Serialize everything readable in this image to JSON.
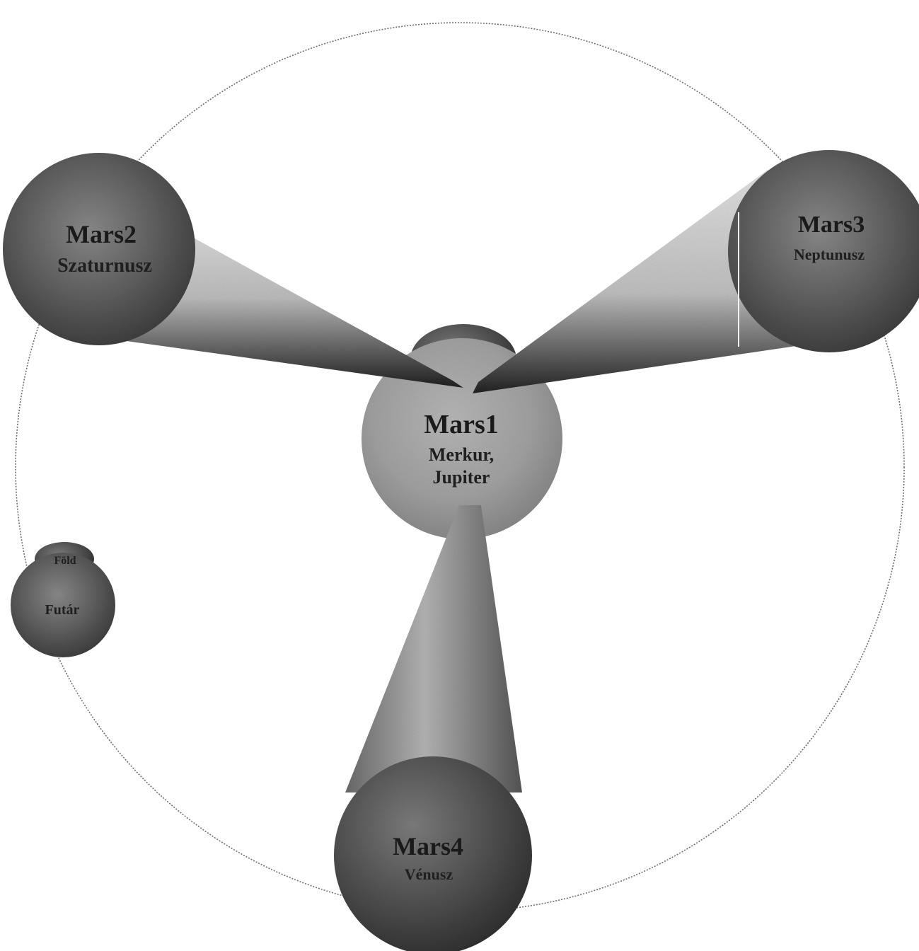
{
  "nodes": {
    "mars1": {
      "title": "Mars1",
      "subtitle_1": "Merkur,",
      "subtitle_2": "Jupiter"
    },
    "mars2": {
      "title": "Mars2",
      "subtitle": "Szaturnusz"
    },
    "mars3": {
      "title": "Mars3",
      "subtitle": "Neptunusz"
    },
    "mars4": {
      "title": "Mars4",
      "subtitle": "Vénusz"
    },
    "fold": {
      "label": "Föld"
    },
    "futar": {
      "label": "Futár"
    }
  },
  "colors": {
    "sphere_dark": "#3f3f3f",
    "sphere_mid": "#7a7a7a",
    "sphere_light": "#a9a9a9",
    "orbit_line": "#555555",
    "beam_light": "#e6e6e6",
    "beam_dark": "#2a2a2a"
  }
}
